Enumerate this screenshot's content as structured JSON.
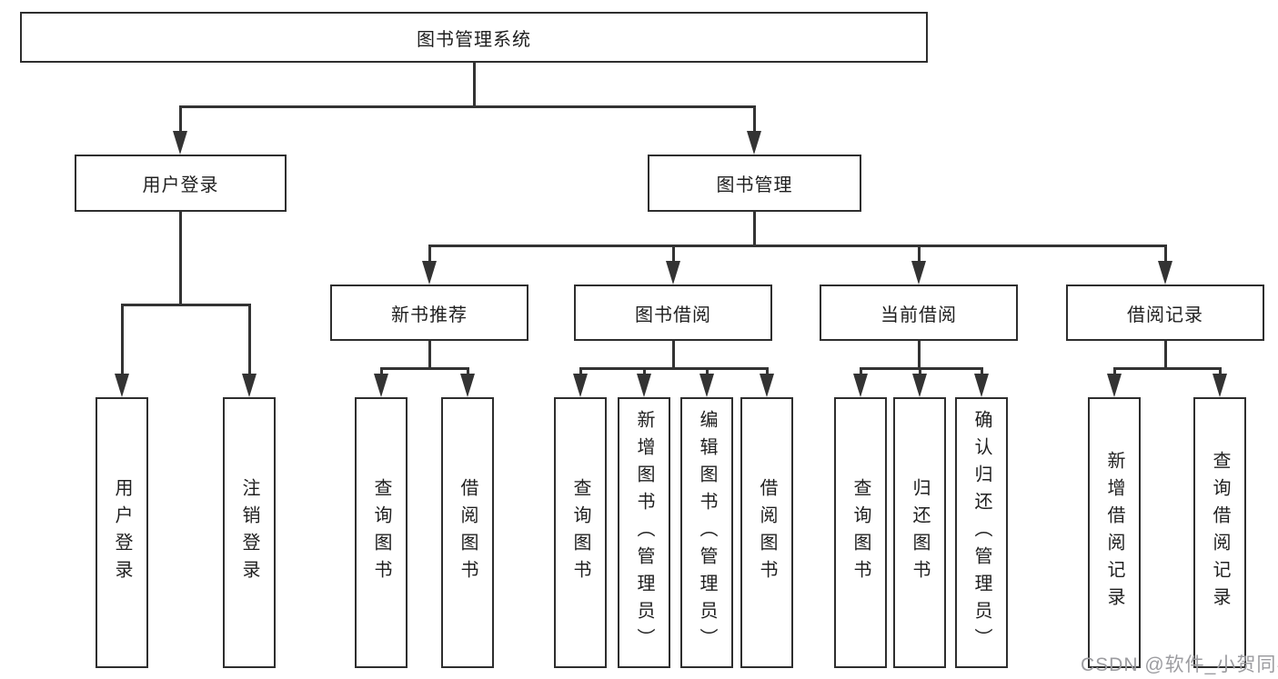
{
  "diagram": {
    "root": {
      "label": "图书管理系统"
    },
    "level2": [
      {
        "label": "用户登录"
      },
      {
        "label": "图书管理"
      }
    ],
    "level3": [
      {
        "label": "新书推荐"
      },
      {
        "label": "图书借阅"
      },
      {
        "label": "当前借阅"
      },
      {
        "label": "借阅记录"
      }
    ],
    "leaves": [
      {
        "label": "用户登录"
      },
      {
        "label": "注销登录"
      },
      {
        "label": "查询图书"
      },
      {
        "label": "借阅图书"
      },
      {
        "label": "查询图书"
      },
      {
        "label": "新增图书（管理员）"
      },
      {
        "label": "编辑图书（管理员）"
      },
      {
        "label": "借阅图书"
      },
      {
        "label": "查询图书"
      },
      {
        "label": "归还图书"
      },
      {
        "label": "确认归还（管理员）"
      },
      {
        "label": "新增借阅记录"
      },
      {
        "label": "查询借阅记录"
      }
    ],
    "watermark": "CSDN @软件_小贺同学",
    "colors": {
      "line": "#333333",
      "box_border": "#2e2e2e",
      "text": "#1f1f1f",
      "watermark": "#9c9ca0",
      "background": "#ffffff"
    }
  }
}
